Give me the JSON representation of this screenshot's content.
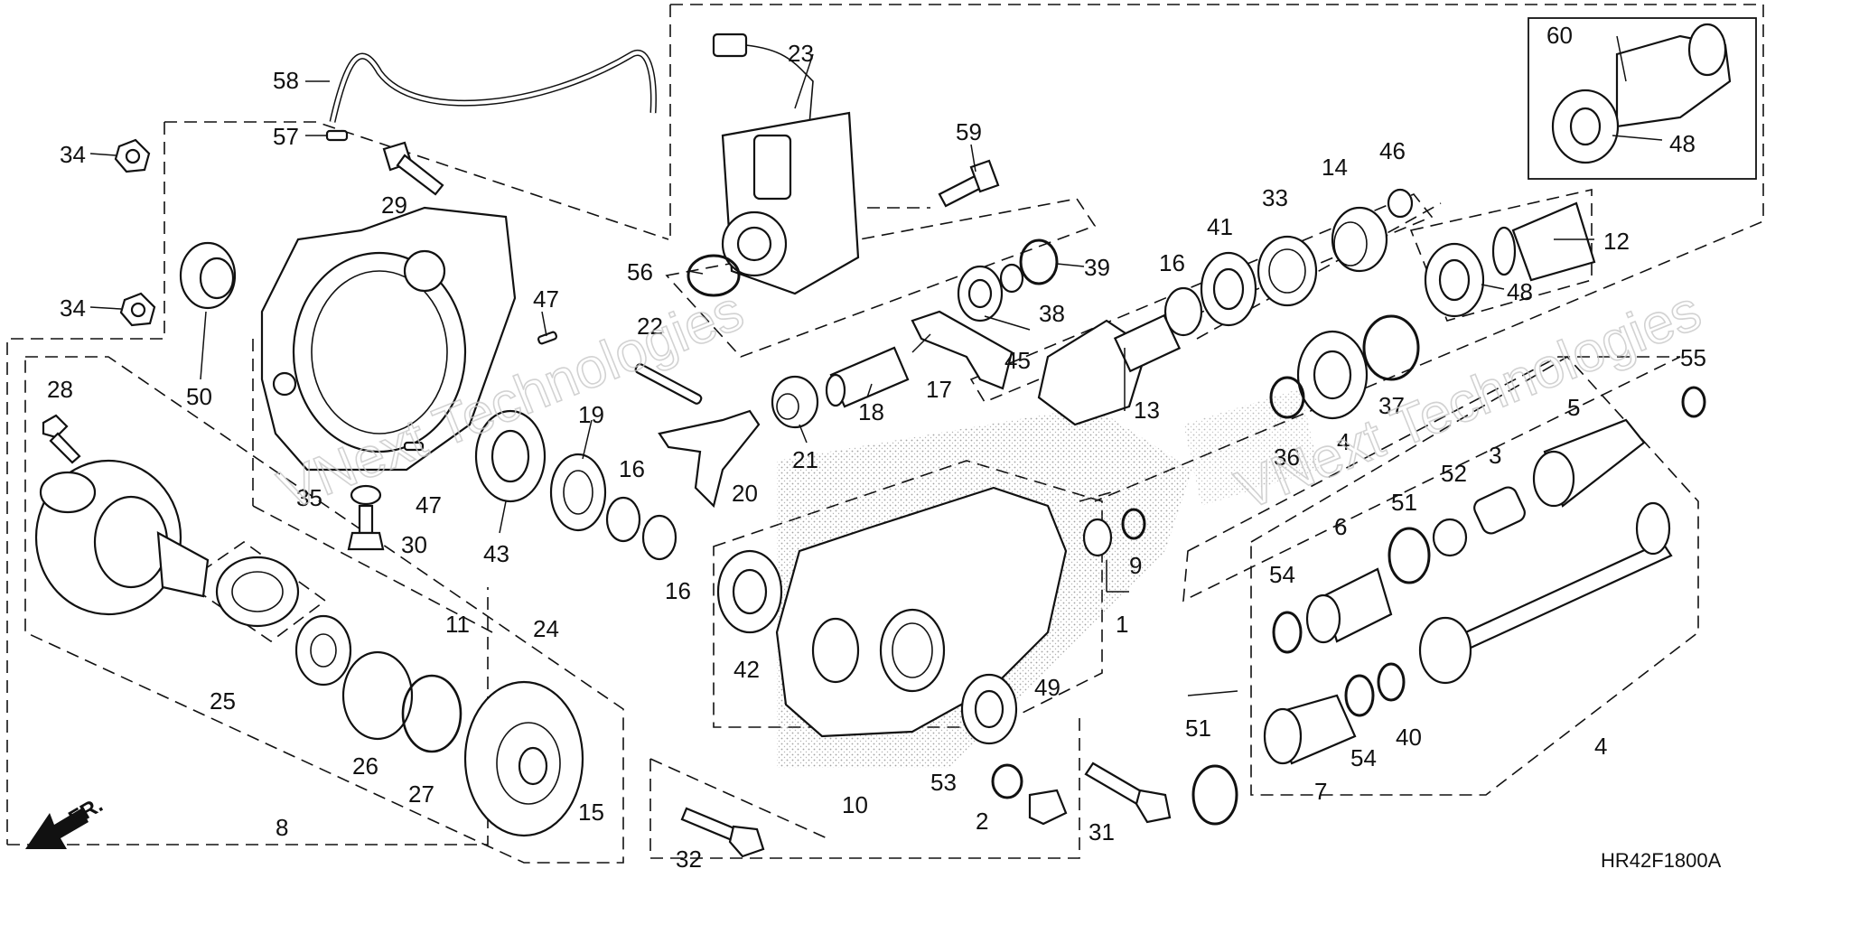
{
  "diagram": {
    "drawing_code": "HR42F1800A",
    "front_indicator": "FR.",
    "watermark": "VNext Technologies",
    "callouts": [
      {
        "id": "c23",
        "text": "23"
      },
      {
        "id": "c60",
        "text": "60"
      },
      {
        "id": "c48a",
        "text": "48"
      },
      {
        "id": "c58",
        "text": "58"
      },
      {
        "id": "c57",
        "text": "57"
      },
      {
        "id": "c34a",
        "text": "34"
      },
      {
        "id": "c29",
        "text": "29"
      },
      {
        "id": "c59",
        "text": "59"
      },
      {
        "id": "c46",
        "text": "46"
      },
      {
        "id": "c14",
        "text": "14"
      },
      {
        "id": "c33",
        "text": "33"
      },
      {
        "id": "c41",
        "text": "41"
      },
      {
        "id": "c12",
        "text": "12"
      },
      {
        "id": "c56",
        "text": "56"
      },
      {
        "id": "c39",
        "text": "39"
      },
      {
        "id": "c16a",
        "text": "16"
      },
      {
        "id": "c48b",
        "text": "48"
      },
      {
        "id": "c34b",
        "text": "34"
      },
      {
        "id": "c47a",
        "text": "47"
      },
      {
        "id": "c22",
        "text": "22"
      },
      {
        "id": "c38",
        "text": "38"
      },
      {
        "id": "c45",
        "text": "45"
      },
      {
        "id": "c17",
        "text": "17"
      },
      {
        "id": "c13",
        "text": "13"
      },
      {
        "id": "c55",
        "text": "55"
      },
      {
        "id": "c37",
        "text": "37"
      },
      {
        "id": "c5",
        "text": "5"
      },
      {
        "id": "c28",
        "text": "28"
      },
      {
        "id": "c50",
        "text": "50"
      },
      {
        "id": "c19",
        "text": "19"
      },
      {
        "id": "c18",
        "text": "18"
      },
      {
        "id": "c21",
        "text": "21"
      },
      {
        "id": "c36",
        "text": "36"
      },
      {
        "id": "c4",
        "text": "4"
      },
      {
        "id": "c52",
        "text": "52"
      },
      {
        "id": "c3",
        "text": "3"
      },
      {
        "id": "c16b",
        "text": "16"
      },
      {
        "id": "c20",
        "text": "20"
      },
      {
        "id": "c35",
        "text": "35"
      },
      {
        "id": "c47b",
        "text": "47"
      },
      {
        "id": "c30",
        "text": "30"
      },
      {
        "id": "c43",
        "text": "43"
      },
      {
        "id": "c16c",
        "text": "16"
      },
      {
        "id": "c9",
        "text": "9"
      },
      {
        "id": "c6",
        "text": "6"
      },
      {
        "id": "c51a",
        "text": "51"
      },
      {
        "id": "c54a",
        "text": "54"
      },
      {
        "id": "c1",
        "text": "1"
      },
      {
        "id": "c11",
        "text": "11"
      },
      {
        "id": "c24",
        "text": "24"
      },
      {
        "id": "c42",
        "text": "42"
      },
      {
        "id": "c25",
        "text": "25"
      },
      {
        "id": "c49",
        "text": "49"
      },
      {
        "id": "c26",
        "text": "26"
      },
      {
        "id": "c27",
        "text": "27"
      },
      {
        "id": "c54b",
        "text": "54"
      },
      {
        "id": "c40",
        "text": "40"
      },
      {
        "id": "c4b",
        "text": "4"
      },
      {
        "id": "c10",
        "text": "10"
      },
      {
        "id": "c51b",
        "text": "51"
      },
      {
        "id": "c7",
        "text": "7"
      },
      {
        "id": "c53",
        "text": "53"
      },
      {
        "id": "c8",
        "text": "8"
      },
      {
        "id": "c15",
        "text": "15"
      },
      {
        "id": "c2",
        "text": "2"
      },
      {
        "id": "c31",
        "text": "31"
      },
      {
        "id": "c32",
        "text": "32"
      }
    ]
  }
}
